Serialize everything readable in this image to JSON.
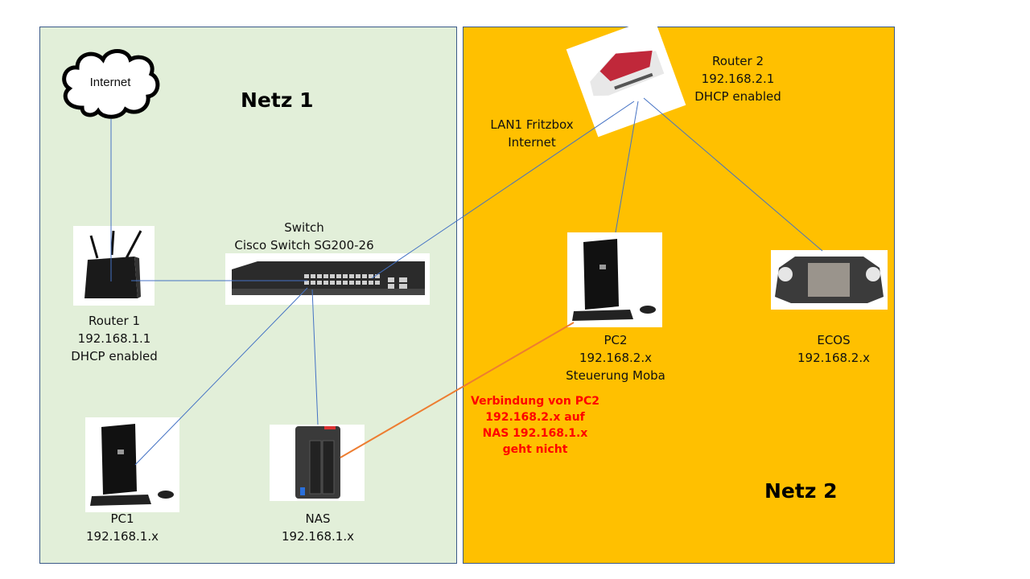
{
  "zones": {
    "netz1": {
      "title": "Netz 1",
      "color": "#e2efd9"
    },
    "netz2": {
      "title": "Netz 2",
      "color": "#ffc000"
    }
  },
  "internet_cloud": {
    "label": "Internet"
  },
  "devices": {
    "router1": {
      "lines": [
        "Router 1",
        "192.168.1.1",
        "DHCP enabled"
      ]
    },
    "switch": {
      "lines": [
        "Switch",
        "Cisco Switch SG200-26"
      ]
    },
    "pc1": {
      "lines": [
        "PC1",
        "192.168.1.x"
      ]
    },
    "nas": {
      "lines": [
        "NAS",
        "192.168.1.x"
      ]
    },
    "router2": {
      "lines": [
        "Router 2",
        "192.168.2.1",
        "DHCP enabled"
      ]
    },
    "pc2": {
      "lines": [
        "PC2",
        "192.168.2.x",
        "Steuerung Moba"
      ]
    },
    "ecos": {
      "lines": [
        "ECOS",
        "192.168.2.x"
      ]
    }
  },
  "link_labels": {
    "lan1": [
      "LAN1 Fritzbox",
      "Internet"
    ]
  },
  "warning": {
    "lines": [
      "Verbindung von PC2",
      "192.168.2.x auf",
      "NAS 192.168.1.x",
      "geht nicht"
    ],
    "color": "#ff0000"
  },
  "colors": {
    "link": "#4472c4",
    "failed_link": "#ed7d31"
  }
}
